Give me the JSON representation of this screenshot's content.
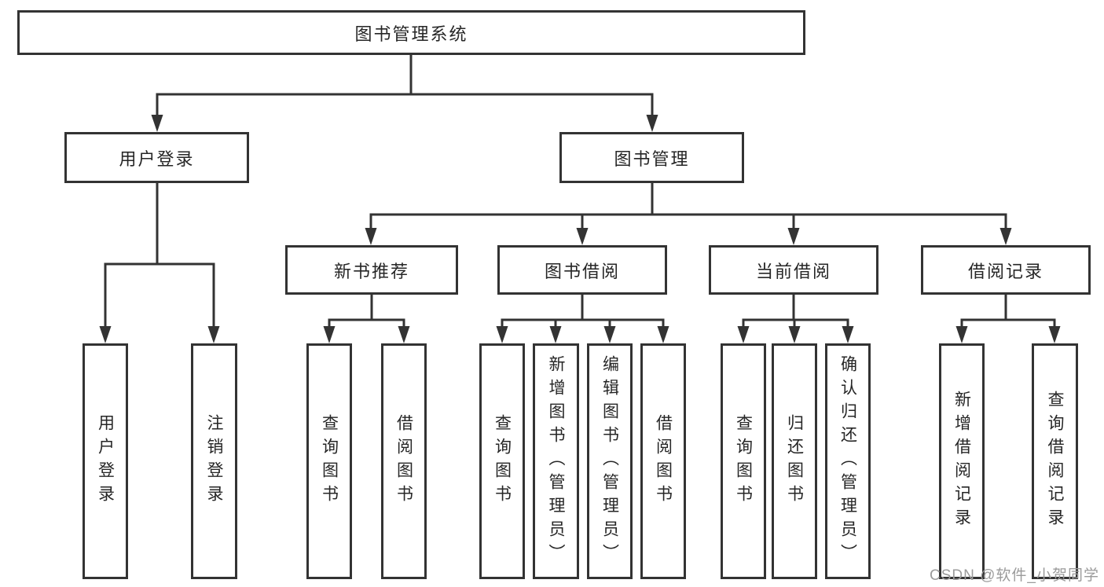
{
  "colors": {
    "line": "#333333",
    "box_border": "#333333",
    "text": "#262626",
    "watermark_gray": "#9b9b9b",
    "background": "#ffffff"
  },
  "root": {
    "label": "图书管理系统"
  },
  "user_login": {
    "label": "用户登录",
    "children": [
      {
        "label": "用户登录"
      },
      {
        "label": "注销登录"
      }
    ]
  },
  "book_management": {
    "label": "图书管理",
    "modules": [
      {
        "label": "新书推荐",
        "children": [
          {
            "label": "查询图书"
          },
          {
            "label": "借阅图书"
          }
        ]
      },
      {
        "label": "图书借阅",
        "children": [
          {
            "label": "查询图书"
          },
          {
            "label": "新增图书（管理员）"
          },
          {
            "label": "编辑图书（管理员）"
          },
          {
            "label": "借阅图书"
          }
        ]
      },
      {
        "label": "当前借阅",
        "children": [
          {
            "label": "查询图书"
          },
          {
            "label": "归还图书"
          },
          {
            "label": "确认归还（管理员）"
          }
        ]
      },
      {
        "label": "借阅记录",
        "children": [
          {
            "label": "新增借阅记录"
          },
          {
            "label": "查询借阅记录"
          }
        ]
      }
    ]
  },
  "watermark": "CSDN @软件_小贺同学"
}
